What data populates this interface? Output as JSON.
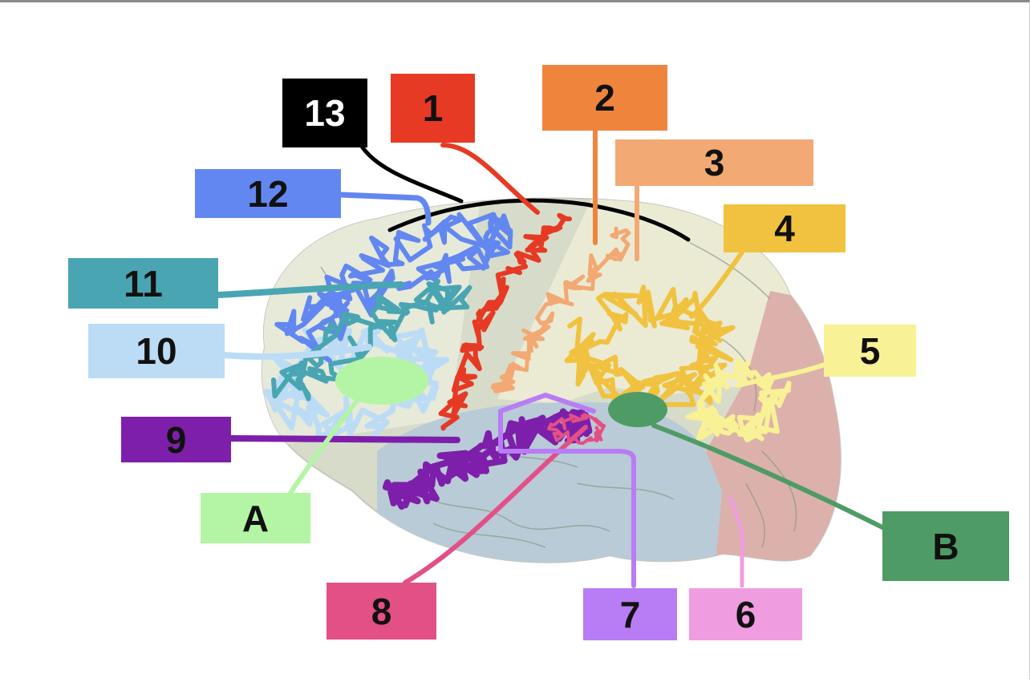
{
  "labels": {
    "l1": {
      "text": "1",
      "color": "#e63a24"
    },
    "l2": {
      "text": "2",
      "color": "#ef853d"
    },
    "l3": {
      "text": "3",
      "color": "#f2a973"
    },
    "l4": {
      "text": "4",
      "color": "#f1c23f"
    },
    "l5": {
      "text": "5",
      "color": "#f9f195"
    },
    "l6": {
      "text": "6",
      "color": "#f09ce0"
    },
    "l7": {
      "text": "7",
      "color": "#b87cf4"
    },
    "l8": {
      "text": "8",
      "color": "#e25086"
    },
    "l9": {
      "text": "9",
      "color": "#7d1faa"
    },
    "l10": {
      "text": "10",
      "color": "#bcdcf6"
    },
    "l11": {
      "text": "11",
      "color": "#4aa5b3"
    },
    "l12": {
      "text": "12",
      "color": "#6287f0"
    },
    "l13": {
      "text": "13",
      "color": "#000000"
    },
    "lA": {
      "text": "A",
      "color": "#b4f5a5"
    },
    "lB": {
      "text": "B",
      "color": "#4f9b66"
    }
  },
  "brain_colors": {
    "frontal": "#d6dcc9",
    "frontal_front": "#e7ead9",
    "parietal": "#ebebd4",
    "temporal": "#b9cbd6",
    "occipital": "#dcb1ab",
    "sulcus": "#8a9689"
  }
}
